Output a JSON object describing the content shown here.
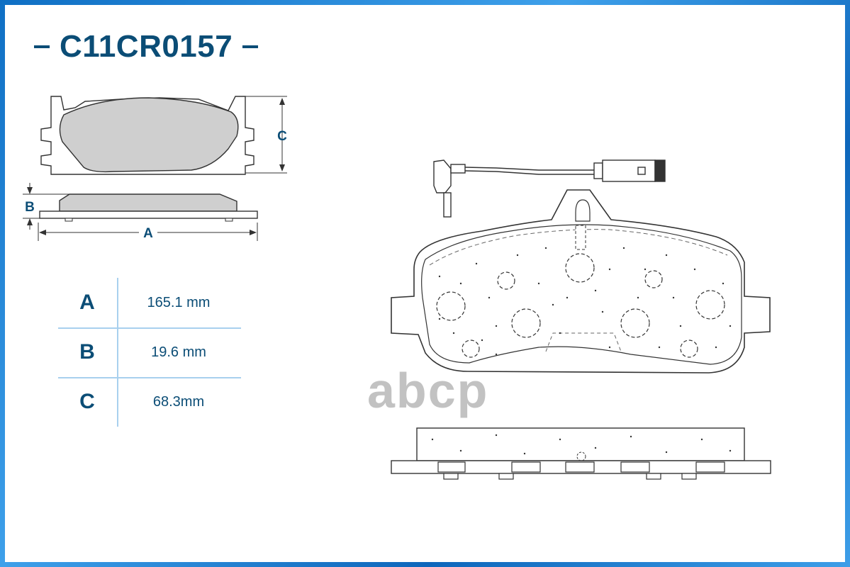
{
  "header": {
    "part_number": "C11CR0157"
  },
  "diagram_labels": {
    "a": "A",
    "b": "B",
    "c": "C"
  },
  "dimensions": [
    {
      "letter": "A",
      "value": "165.1 mm"
    },
    {
      "letter": "B",
      "value": "19.6 mm"
    },
    {
      "letter": "C",
      "value": "68.3mm"
    }
  ],
  "watermark": {
    "text": "abcp"
  },
  "colors": {
    "brand": "#0b4d76",
    "border": "#1e7fd0",
    "pad_fill": "#cfcfcf",
    "table_lines": "#a8d0ee"
  }
}
